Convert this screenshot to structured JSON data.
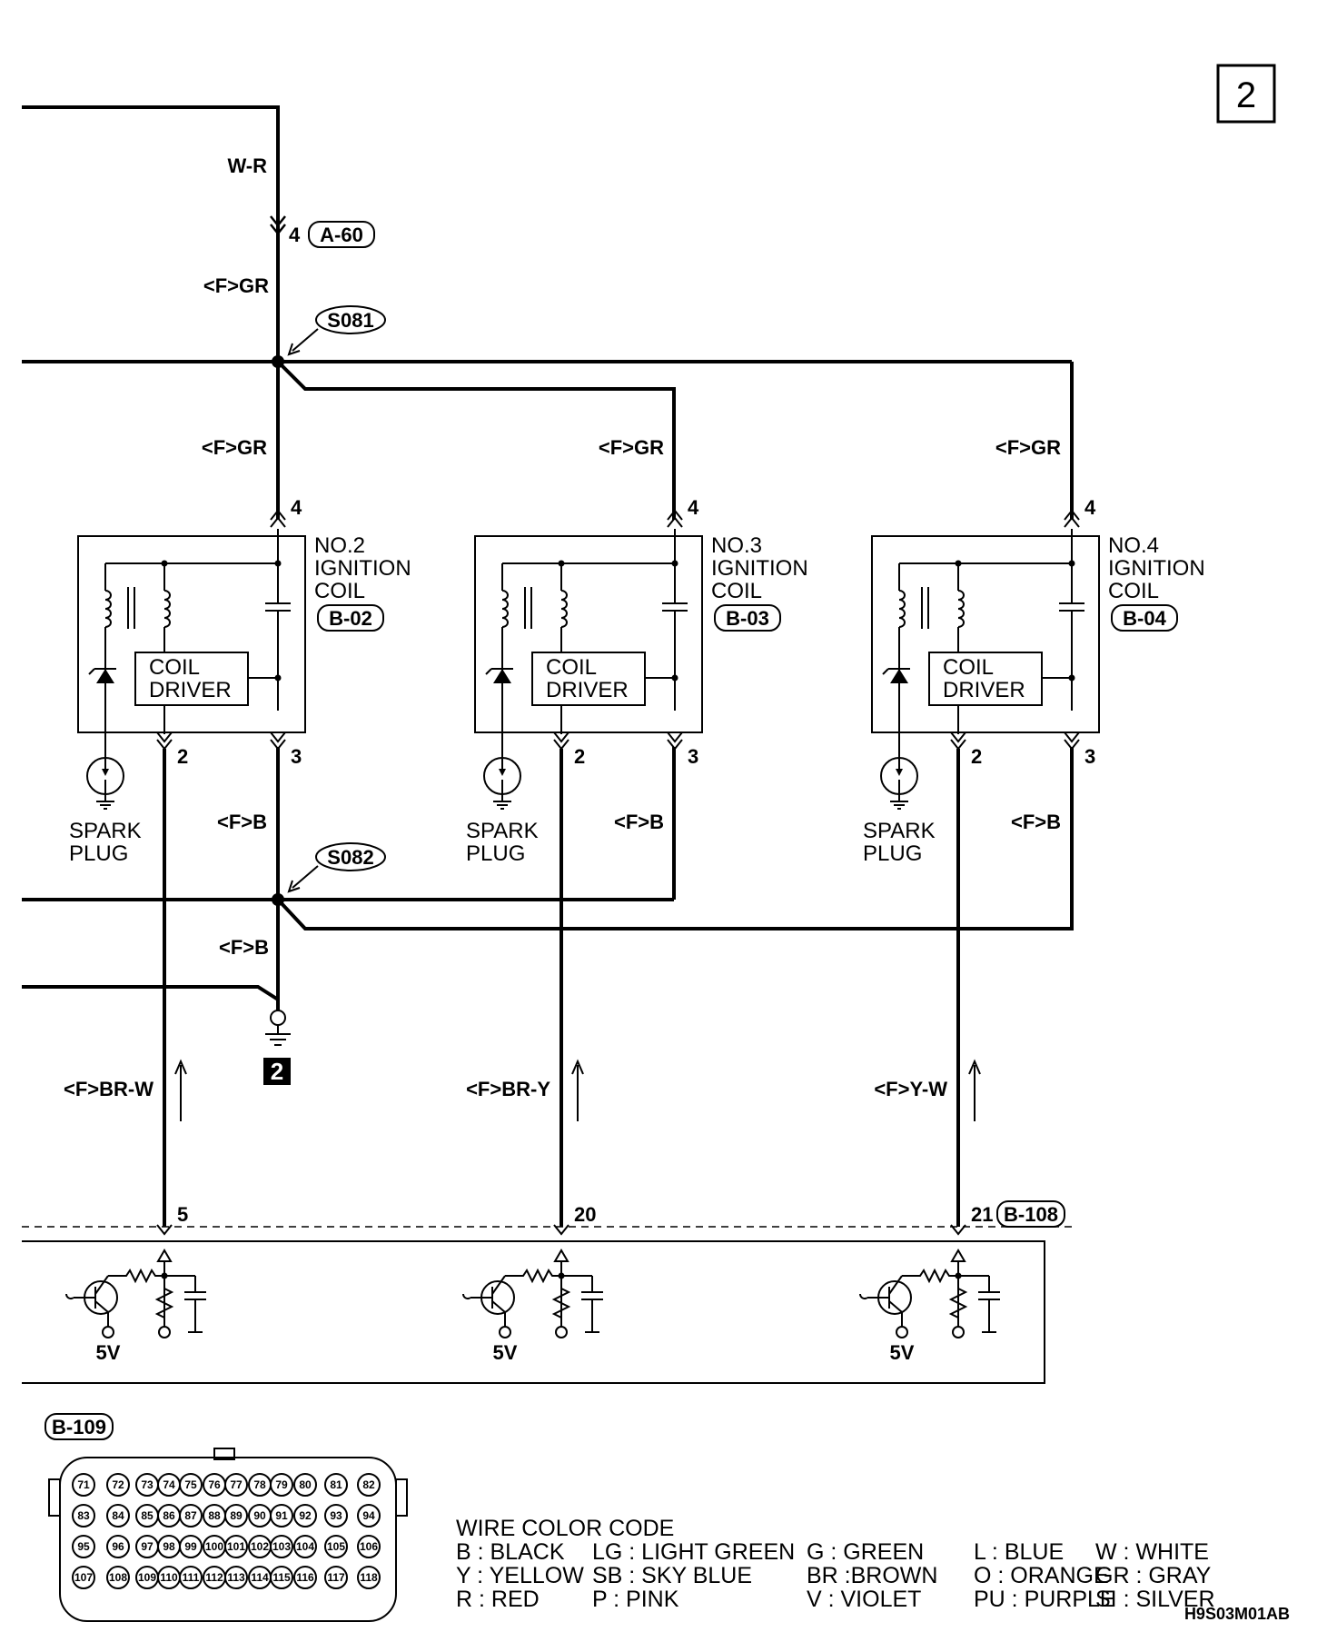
{
  "page_number": "2",
  "figure_code": "H9S03M01AB",
  "top": {
    "wire": "W-R",
    "pin": "4",
    "connector": "A-60",
    "wire_after": "<F>GR"
  },
  "splices": {
    "upper": "S081",
    "lower": "S082"
  },
  "ground": {
    "number": "2",
    "wire_upper": "<F>B",
    "wire_lower": "<F>B"
  },
  "coils": [
    {
      "title": "NO.2",
      "line2": "IGNITION",
      "line3": "COIL",
      "connector": "B-02",
      "feed_wire": "<F>GR",
      "pin_in": "4",
      "pin_driver": "2",
      "pin_ground": "3",
      "driver_line1": "COIL",
      "driver_line2": "DRIVER",
      "spark_1": "SPARK",
      "spark_2": "PLUG",
      "ground_wire": "<F>B",
      "signal_wire": "<F>BR-W",
      "ecu_pin": "5"
    },
    {
      "title": "NO.3",
      "line2": "IGNITION",
      "line3": "COIL",
      "connector": "B-03",
      "feed_wire": "<F>GR",
      "pin_in": "4",
      "pin_driver": "2",
      "pin_ground": "3",
      "driver_line1": "COIL",
      "driver_line2": "DRIVER",
      "spark_1": "SPARK",
      "spark_2": "PLUG",
      "ground_wire": "<F>B",
      "signal_wire": "<F>BR-Y",
      "ecu_pin": "20"
    },
    {
      "title": "NO.4",
      "line2": "IGNITION",
      "line3": "COIL",
      "connector": "B-04",
      "feed_wire": "<F>GR",
      "pin_in": "4",
      "pin_driver": "2",
      "pin_ground": "3",
      "driver_line1": "COIL",
      "driver_line2": "DRIVER",
      "spark_1": "SPARK",
      "spark_2": "PLUG",
      "ground_wire": "<F>B",
      "signal_wire": "<F>Y-W",
      "ecu_pin": "21"
    }
  ],
  "ecu": {
    "connector": "B-108",
    "voltage": "5V"
  },
  "connector_face": {
    "title": "B-109",
    "rows": [
      [
        "71",
        "72",
        "73",
        "74",
        "75",
        "76",
        "77",
        "78",
        "79",
        "80",
        "81",
        "82"
      ],
      [
        "83",
        "84",
        "85",
        "86",
        "87",
        "88",
        "89",
        "90",
        "91",
        "92",
        "93",
        "94"
      ],
      [
        "95",
        "96",
        "97",
        "98",
        "99",
        "100",
        "101",
        "102",
        "103",
        "104",
        "105",
        "106"
      ],
      [
        "107",
        "108",
        "109",
        "110",
        "111",
        "112",
        "113",
        "114",
        "115",
        "116",
        "117",
        "118"
      ]
    ]
  },
  "wire_color_code": {
    "title": "WIRE COLOR CODE",
    "lines": [
      [
        "B : BLACK",
        "LG : LIGHT GREEN",
        "G : GREEN",
        "L : BLUE",
        "W : WHITE"
      ],
      [
        "Y : YELLOW",
        "SB : SKY BLUE",
        "BR :BROWN",
        "O : ORANGE",
        "GR : GRAY"
      ],
      [
        "R : RED",
        "P : PINK",
        "V : VIOLET",
        "PU : PURPLE",
        "SI : SILVER"
      ]
    ]
  }
}
